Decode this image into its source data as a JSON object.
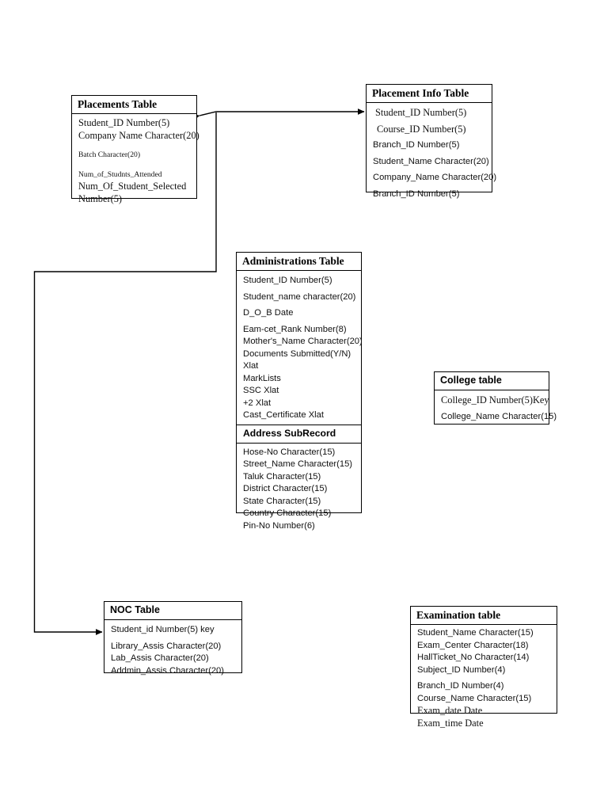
{
  "diagram": {
    "title": "Database Tables Diagram",
    "line_color": "#000000",
    "box_border_color": "#000000",
    "background": "#ffffff"
  },
  "tables": {
    "placements": {
      "title": "Placements Table",
      "rows": [
        "Student_ID Number(5)",
        "Company Name Character(20)",
        "Batch Character(20)",
        "Num_of_Studnts_Attended",
        "Num_Of_Student_Selected",
        "Number(5)"
      ]
    },
    "placement_info": {
      "title": "Placement Info Table",
      "rows": [
        "Student_ID Number(5)",
        "Course_ID Number(5)",
        "Branch_ID Number(5)",
        "Student_Name Character(20)",
        "Company_Name Character(20)",
        "Branch_ID Number(5)"
      ]
    },
    "administrations": {
      "title": "Administrations Table",
      "rows": [
        "Student_ID Number(5)",
        "Student_name character(20)",
        "D_O_B Date",
        "Eam-cet_Rank Number(8)",
        "Mother's_Name Character(20)",
        "Documents Submitted(Y/N)",
        "Xlat",
        "MarkLists",
        "SSC Xlat",
        "+2 Xlat",
        "Cast_Certificate Xlat"
      ],
      "subrecord_title": "Address SubRecord",
      "subrecord_rows": [
        "Hose-No Character(15)",
        "Street_Name Character(15)",
        "Taluk Character(15)",
        "District Character(15)",
        "State Character(15)",
        "Country Character(15)",
        "Pin-No Number(6)"
      ]
    },
    "college": {
      "title": "College table",
      "rows": [
        "College_ID Number(5)Key",
        "College_Name Character(15)"
      ]
    },
    "noc": {
      "title": "NOC Table",
      "rows": [
        "Student_id Number(5) key",
        "Library_Assis Character(20)",
        "Lab_Assis Character(20)",
        "Addmin_Assis Character(20)"
      ]
    },
    "examination": {
      "title": "Examination table",
      "rows": [
        "Student_Name Character(15)",
        "Exam_Center Character(18)",
        "HallTicket_No Character(14)",
        "Subject_ID Number(4)",
        "Branch_ID Number(4)",
        "Course_Name Character(15)",
        "Exam_date Date",
        "Exam_time Date"
      ]
    }
  },
  "connectors": [
    {
      "name": "placements-to-placement-info",
      "from": "placements",
      "to": "placement_info",
      "arrows": "both"
    },
    {
      "name": "placements-to-noc",
      "from": "placements",
      "to": "noc",
      "arrows": "end"
    }
  ]
}
